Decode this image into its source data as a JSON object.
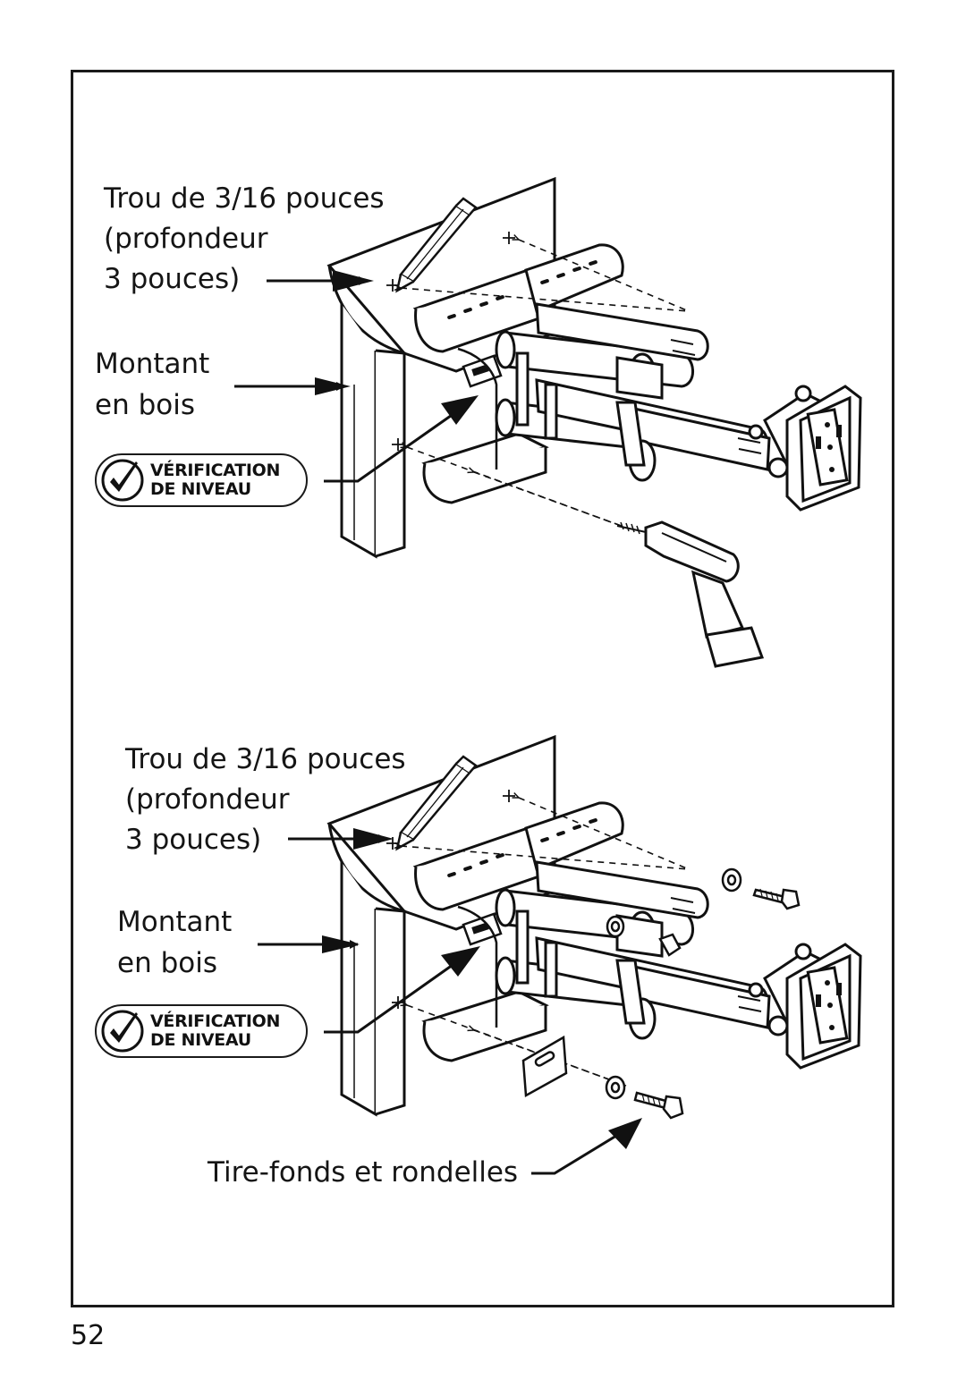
{
  "figure_top": {
    "hole_label_line1": "Trou de 3/16 pouces",
    "hole_label_line2": "(profondeur",
    "hole_label_line3": "3 pouces)",
    "stud_label_line1": "Montant",
    "stud_label_line2": "en bois",
    "level_badge_line1": "VÉRIFICATION",
    "level_badge_line2": "DE NIVEAU"
  },
  "figure_bottom": {
    "hole_label_line1": "Trou de 3/16 pouces",
    "hole_label_line2": "(profondeur",
    "hole_label_line3": "3 pouces)",
    "stud_label_line1": "Montant",
    "stud_label_line2": "en bois",
    "level_badge_line1": "VÉRIFICATION",
    "level_badge_line2": "DE NIVEAU",
    "lag_bolts_label": "Tire-fonds et rondelles"
  },
  "page_number": "52",
  "icons": [
    "pencil-icon",
    "drill-icon",
    "checkmark-icon",
    "lag-bolt-icon",
    "washer-icon",
    "level-icon"
  ]
}
